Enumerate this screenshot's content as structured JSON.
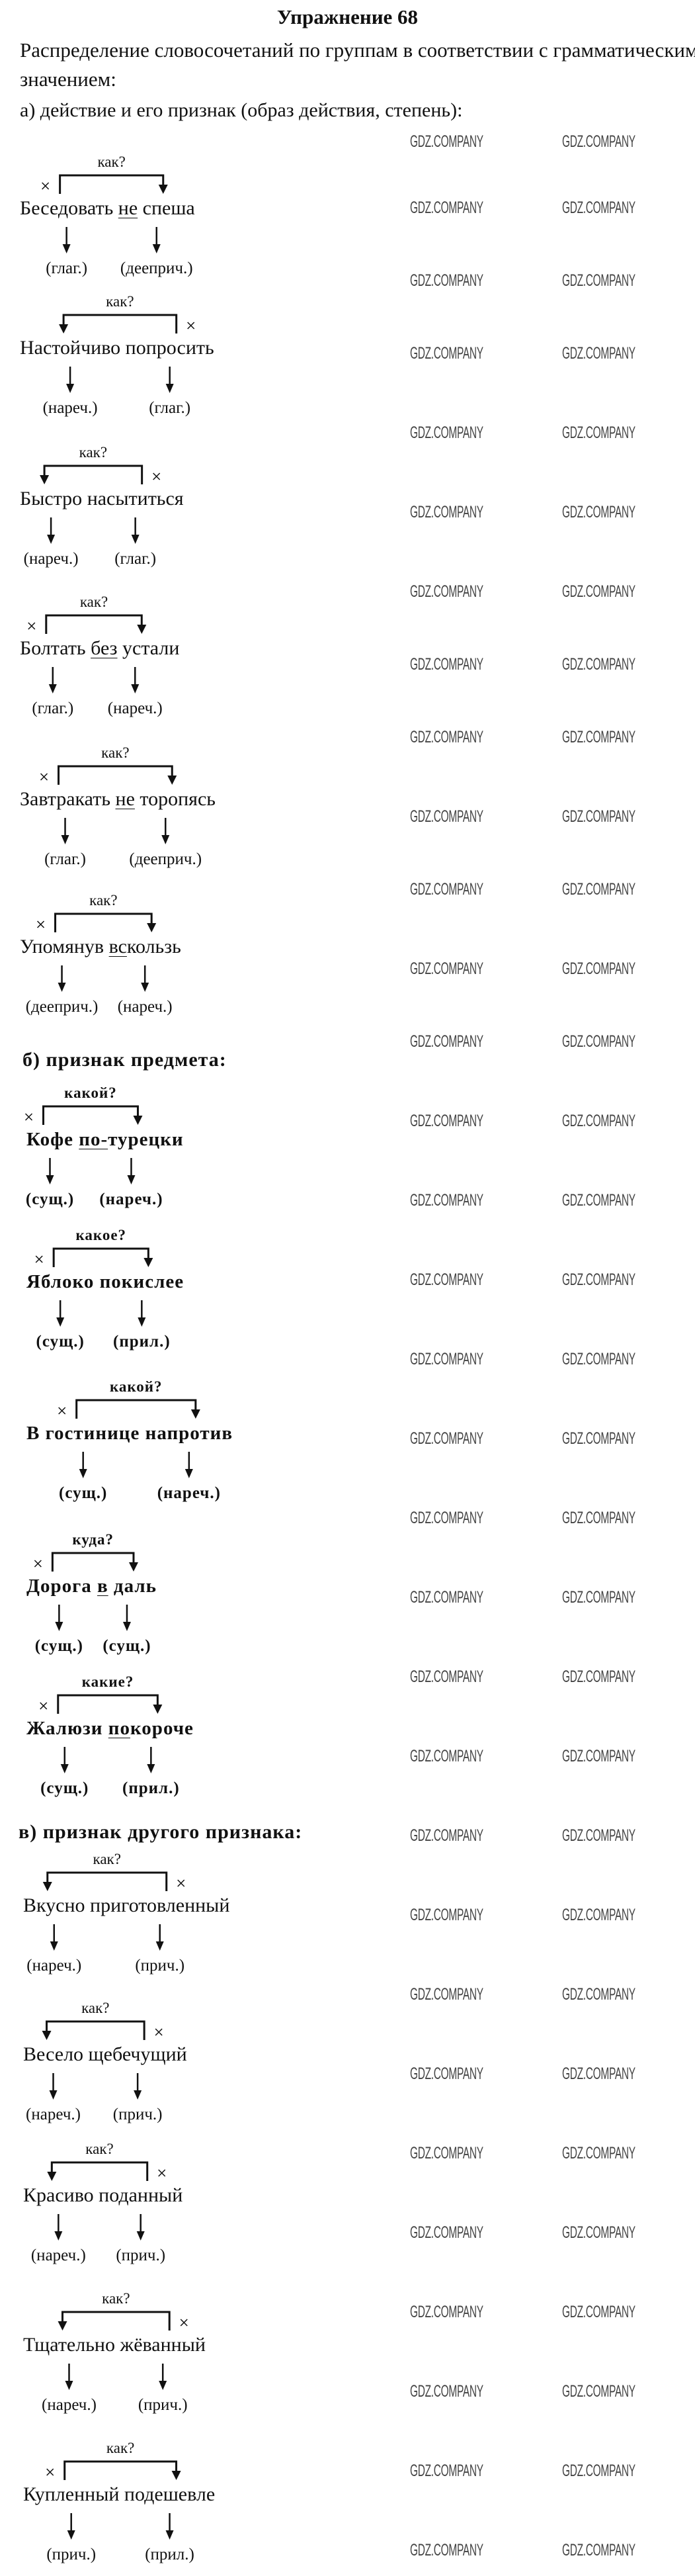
{
  "title": "Упражнение 68",
  "intro": [
    "Распределение словосочетаний по группам в соответствии с грамматическим",
    "значением:"
  ],
  "watermark": "GDZ.COMPANY",
  "sections": [
    {
      "heading": "а) действие и его признак (образ действия, степень):",
      "items": [
        {
          "question": "как?",
          "words": [
            "Беседовать",
            "не спеша"
          ],
          "underline": [
            "",
            "не"
          ],
          "main": 0,
          "labels": [
            "(глаг.)",
            "(дееприч.)"
          ]
        },
        {
          "question": "как?",
          "words": [
            "Настойчиво",
            "попросить"
          ],
          "underline": [
            "",
            ""
          ],
          "main": 1,
          "labels": [
            "(нареч.)",
            "(глаг.)"
          ]
        },
        {
          "question": "как?",
          "words": [
            "Быстро",
            "насытиться"
          ],
          "underline": [
            "",
            ""
          ],
          "main": 1,
          "labels": [
            "(нареч.)",
            "(глаг.)"
          ]
        },
        {
          "question": "как?",
          "words": [
            "Болтать",
            "без устали"
          ],
          "underline": [
            "",
            "без"
          ],
          "main": 0,
          "labels": [
            "(глаг.)",
            "(нареч.)"
          ]
        },
        {
          "question": "как?",
          "words": [
            "Завтракать",
            "не торопясь"
          ],
          "underline": [
            "",
            "не"
          ],
          "main": 0,
          "labels": [
            "(глаг.)",
            "(дееприч.)"
          ]
        },
        {
          "question": "как?",
          "words": [
            "Упомянув",
            "вскользь"
          ],
          "underline": [
            "",
            "вс"
          ],
          "main": 0,
          "labels": [
            "(дееприч.)",
            "(нареч.)"
          ]
        }
      ]
    },
    {
      "heading": "б) признак предмета:",
      "items": [
        {
          "question": "какой?",
          "words": [
            "Кофе",
            "по-турецки"
          ],
          "underline": [
            "",
            "по-"
          ],
          "main": 0,
          "labels": [
            "(сущ.)",
            "(нареч.)"
          ]
        },
        {
          "question": "какое?",
          "words": [
            "Яблоко",
            "покислее"
          ],
          "underline": [
            "",
            ""
          ],
          "main": 0,
          "labels": [
            "(сущ.)",
            "(прил.)"
          ]
        },
        {
          "question": "какой?",
          "words": [
            "В гостинице",
            "напротив"
          ],
          "underline": [
            "",
            ""
          ],
          "main": 0,
          "labels": [
            "(сущ.)",
            "(нареч.)"
          ]
        },
        {
          "question": "куда?",
          "words": [
            "Дорога",
            "в даль"
          ],
          "underline": [
            "",
            "в"
          ],
          "main": 0,
          "labels": [
            "(сущ.)",
            "(сущ.)"
          ]
        },
        {
          "question": "какие?",
          "words": [
            "Жалюзи",
            "покороче"
          ],
          "underline": [
            "",
            "по"
          ],
          "main": 0,
          "labels": [
            "(сущ.)",
            "(прил.)"
          ]
        }
      ]
    },
    {
      "heading": "в) признак другого признака:",
      "items": [
        {
          "question": "как?",
          "words": [
            "Вкусно",
            "приготовленный"
          ],
          "underline": [
            "",
            ""
          ],
          "main": 1,
          "labels": [
            "(нареч.)",
            "(прич.)"
          ]
        },
        {
          "question": "как?",
          "words": [
            "Весело",
            "щебечущий"
          ],
          "underline": [
            "",
            ""
          ],
          "main": 1,
          "labels": [
            "(нареч.)",
            "(прич.)"
          ]
        },
        {
          "question": "как?",
          "words": [
            "Красиво",
            "поданный"
          ],
          "underline": [
            "",
            ""
          ],
          "main": 1,
          "labels": [
            "(нареч.)",
            "(прич.)"
          ]
        },
        {
          "question": "как?",
          "words": [
            "Тщательно",
            "жёванный"
          ],
          "underline": [
            "",
            ""
          ],
          "main": 1,
          "labels": [
            "(нареч.)",
            "(прич.)"
          ]
        },
        {
          "question": "как?",
          "words": [
            "Купленный",
            "подешевле"
          ],
          "underline": [
            "",
            ""
          ],
          "main": 0,
          "labels": [
            "(прич.)",
            "(прил.)"
          ]
        }
      ]
    }
  ]
}
